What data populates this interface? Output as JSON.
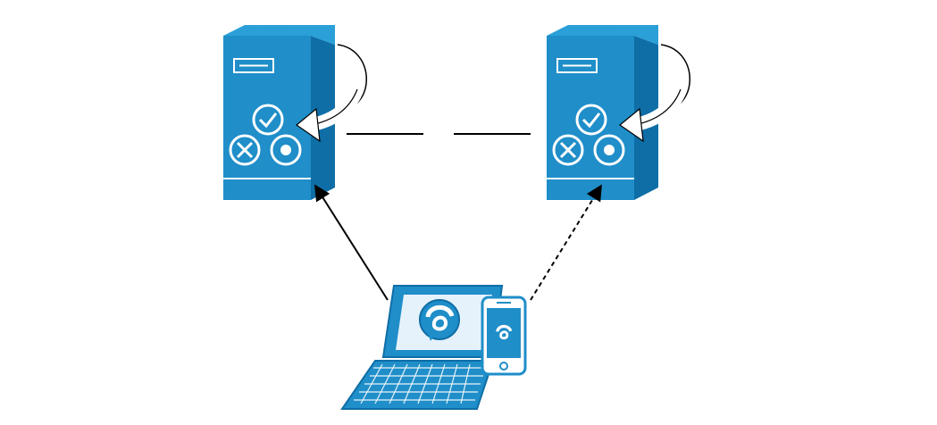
{
  "diagram": {
    "title": "",
    "nodes": [
      {
        "id": "server-primary",
        "kind": "server",
        "icon": "server-failover-icon"
      },
      {
        "id": "server-backup",
        "kind": "server",
        "icon": "server-failover-icon"
      },
      {
        "id": "client-devices",
        "kind": "laptop-and-phone",
        "icon": "webex-app-icon"
      }
    ],
    "edges": [
      {
        "from": "server-primary",
        "to": "server-backup",
        "style": "solid-broken"
      },
      {
        "from": "client-devices",
        "to": "server-primary",
        "style": "solid-arrow"
      },
      {
        "from": "client-devices",
        "to": "server-backup",
        "style": "dashed-arrow"
      }
    ],
    "colors": {
      "accent": "#1f8ec9",
      "accent_dark": "#0f6ea6",
      "line": "#000000"
    }
  }
}
